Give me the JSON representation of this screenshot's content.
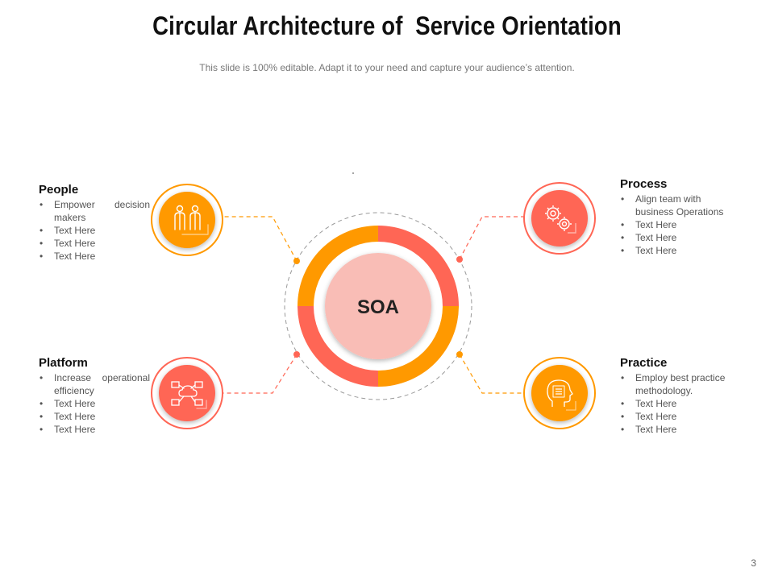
{
  "slide": {
    "title": "Circular Architecture of  Service Orientation",
    "subtitle": "This slide is 100% editable. Adapt it to your need and capture your audience’s attention.",
    "page_number": "3"
  },
  "center": {
    "label": "SOA"
  },
  "colors": {
    "orange": "#FF9900",
    "coral": "#FF6655",
    "center_fill": "#F9BDB6"
  },
  "nodes": {
    "people": {
      "title": "People",
      "icon": "people-icon",
      "color": "orange",
      "bullets": [
        "Empower decision makers",
        "Text Here",
        "Text Here",
        "Text Here"
      ]
    },
    "process": {
      "title": "Process",
      "icon": "gears-icon",
      "color": "coral",
      "bullets": [
        "Align team with business Operations",
        "Text Here",
        "Text Here",
        "Text Here"
      ]
    },
    "platform": {
      "title": "Platform",
      "icon": "network-cloud-icon",
      "color": "coral",
      "bullets": [
        "Increase operational efficiency",
        "Text Here",
        "Text Here",
        "Text Here"
      ]
    },
    "practice": {
      "title": "Practice",
      "icon": "head-brain-icon",
      "color": "orange",
      "bullets": [
        "Employ best practice methodology.",
        "Text Here",
        "Text Here",
        "Text Here"
      ]
    }
  }
}
